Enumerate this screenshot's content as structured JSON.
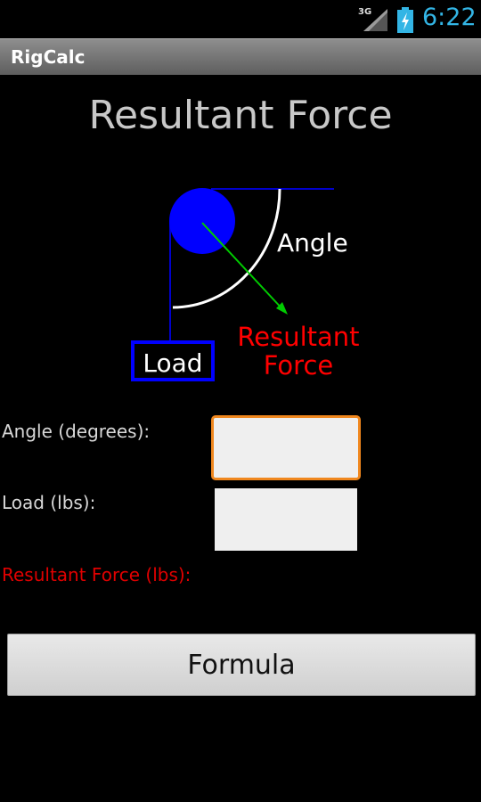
{
  "status_bar": {
    "network": "3G",
    "time": "6:22"
  },
  "app": {
    "title": "RigCalc"
  },
  "page": {
    "title": "Resultant Force"
  },
  "diagram": {
    "angle_label": "Angle",
    "force_label_line1": "Resultant",
    "force_label_line2": "Force",
    "load_label": "Load"
  },
  "form": {
    "angle_label": "Angle (degrees):",
    "load_label": "Load (lbs):",
    "result_label": "Resultant Force (lbs):",
    "angle_value": "",
    "load_value": ""
  },
  "buttons": {
    "formula": "Formula"
  },
  "colors": {
    "accent": "#33b5e5",
    "focus": "#f0871e",
    "result": "#e00000",
    "circle": "#0000ff",
    "arrow": "#00cc00"
  },
  "icons": [
    "signal-icon",
    "battery-icon"
  ]
}
